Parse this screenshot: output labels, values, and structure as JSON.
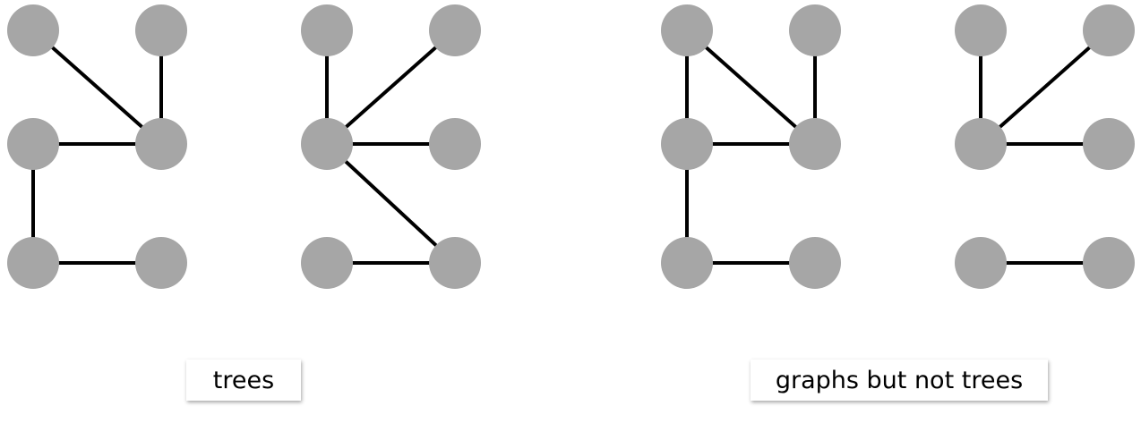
{
  "labels": {
    "trees": "trees",
    "not_trees": "graphs but not trees"
  },
  "colors": {
    "node": "#a6a6a6",
    "edge": "#000000",
    "background": "#ffffff"
  },
  "graphs": [
    {
      "id": "tree-1",
      "group": "trees",
      "nodes": [
        "a",
        "b",
        "c",
        "d",
        "e",
        "f"
      ],
      "edges": [
        [
          "a",
          "d"
        ],
        [
          "b",
          "d"
        ],
        [
          "c",
          "d"
        ],
        [
          "c",
          "e"
        ],
        [
          "e",
          "f"
        ]
      ]
    },
    {
      "id": "tree-2",
      "group": "trees",
      "nodes": [
        "a",
        "b",
        "c",
        "d",
        "e",
        "f"
      ],
      "edges": [
        [
          "a",
          "c"
        ],
        [
          "b",
          "c"
        ],
        [
          "c",
          "d"
        ],
        [
          "c",
          "f"
        ],
        [
          "e",
          "f"
        ]
      ]
    },
    {
      "id": "not-tree-1",
      "group": "not_trees",
      "nodes": [
        "a",
        "b",
        "c",
        "d",
        "e",
        "f"
      ],
      "edges": [
        [
          "a",
          "c"
        ],
        [
          "a",
          "d"
        ],
        [
          "b",
          "d"
        ],
        [
          "c",
          "d"
        ],
        [
          "c",
          "e"
        ],
        [
          "e",
          "f"
        ]
      ]
    },
    {
      "id": "not-tree-2",
      "group": "not_trees",
      "nodes": [
        "a",
        "b",
        "c",
        "d",
        "e",
        "f"
      ],
      "edges": [
        [
          "a",
          "c"
        ],
        [
          "b",
          "c"
        ],
        [
          "c",
          "d"
        ],
        [
          "e",
          "f"
        ]
      ]
    }
  ]
}
